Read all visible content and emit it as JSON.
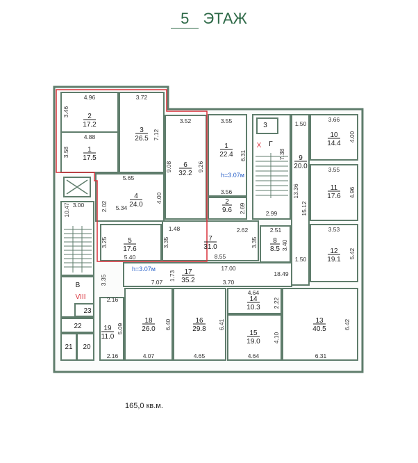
{
  "title": {
    "floor_number": "5",
    "floor_word": "ЭТАЖ"
  },
  "total_area": "165,0 кв.м.",
  "ceiling_height": "h=3.07м",
  "colors": {
    "walls": "#5f7d6c",
    "rented_outline": "#d9303a",
    "title": "#2f6a48",
    "height_label": "#2a62c9"
  },
  "rooms": [
    {
      "num": "2",
      "area": "17.2"
    },
    {
      "num": "1",
      "area": "17.5"
    },
    {
      "num": "3",
      "area": "26.5"
    },
    {
      "num": "6",
      "area": "32.2"
    },
    {
      "num": "4",
      "area": "24.0"
    },
    {
      "num": "5",
      "area": "17.6"
    },
    {
      "num": "7",
      "area": "31.0"
    },
    {
      "num": "1",
      "area": "22.4"
    },
    {
      "num": "2",
      "area": "9.6"
    },
    {
      "num": "8",
      "area": "8.5"
    },
    {
      "num": "9",
      "area": "20.0"
    },
    {
      "num": "10",
      "area": "14.4"
    },
    {
      "num": "11",
      "area": "17.6"
    },
    {
      "num": "12",
      "area": "19.1"
    },
    {
      "num": "17",
      "area": "35.2"
    },
    {
      "num": "19",
      "area": "11.0"
    },
    {
      "num": "18",
      "area": "26.0"
    },
    {
      "num": "16",
      "area": "29.8"
    },
    {
      "num": "14",
      "area": "10.3"
    },
    {
      "num": "15",
      "area": "19.0"
    },
    {
      "num": "13",
      "area": "40.5"
    }
  ],
  "small_rooms": [
    "3",
    "Г",
    "23",
    "22",
    "21",
    "20",
    "В"
  ],
  "stair_marks": {
    "x": "Х",
    "section": "VIII"
  },
  "dims": [
    "4.96",
    "3.46",
    "4.88",
    "3.58",
    "3.72",
    "7.12",
    "3.52",
    "9.08",
    "9.26",
    "5.65",
    "2.02",
    "5.34",
    "4.00",
    "3.00",
    "10.47",
    "1.48",
    "3.25",
    "3.35",
    "5.40",
    "3.55",
    "6.31",
    "3.56",
    "2.69",
    "2.99",
    "7.38",
    "2.62",
    "3.35",
    "2.51",
    "3.40",
    "8.55",
    "17.00",
    "1.50",
    "13.36",
    "15.12",
    "3.66",
    "4.00",
    "3.55",
    "4.96",
    "3.53",
    "5.42",
    "1.50",
    "18.49",
    "3.35",
    "1.73",
    "7.07",
    "3.70",
    "2.16",
    "5.09",
    "2.16",
    "6.40",
    "4.07",
    "6.41",
    "4.65",
    "4.64",
    "2.22",
    "4.10",
    "4.64",
    "6.42",
    "6.31"
  ]
}
